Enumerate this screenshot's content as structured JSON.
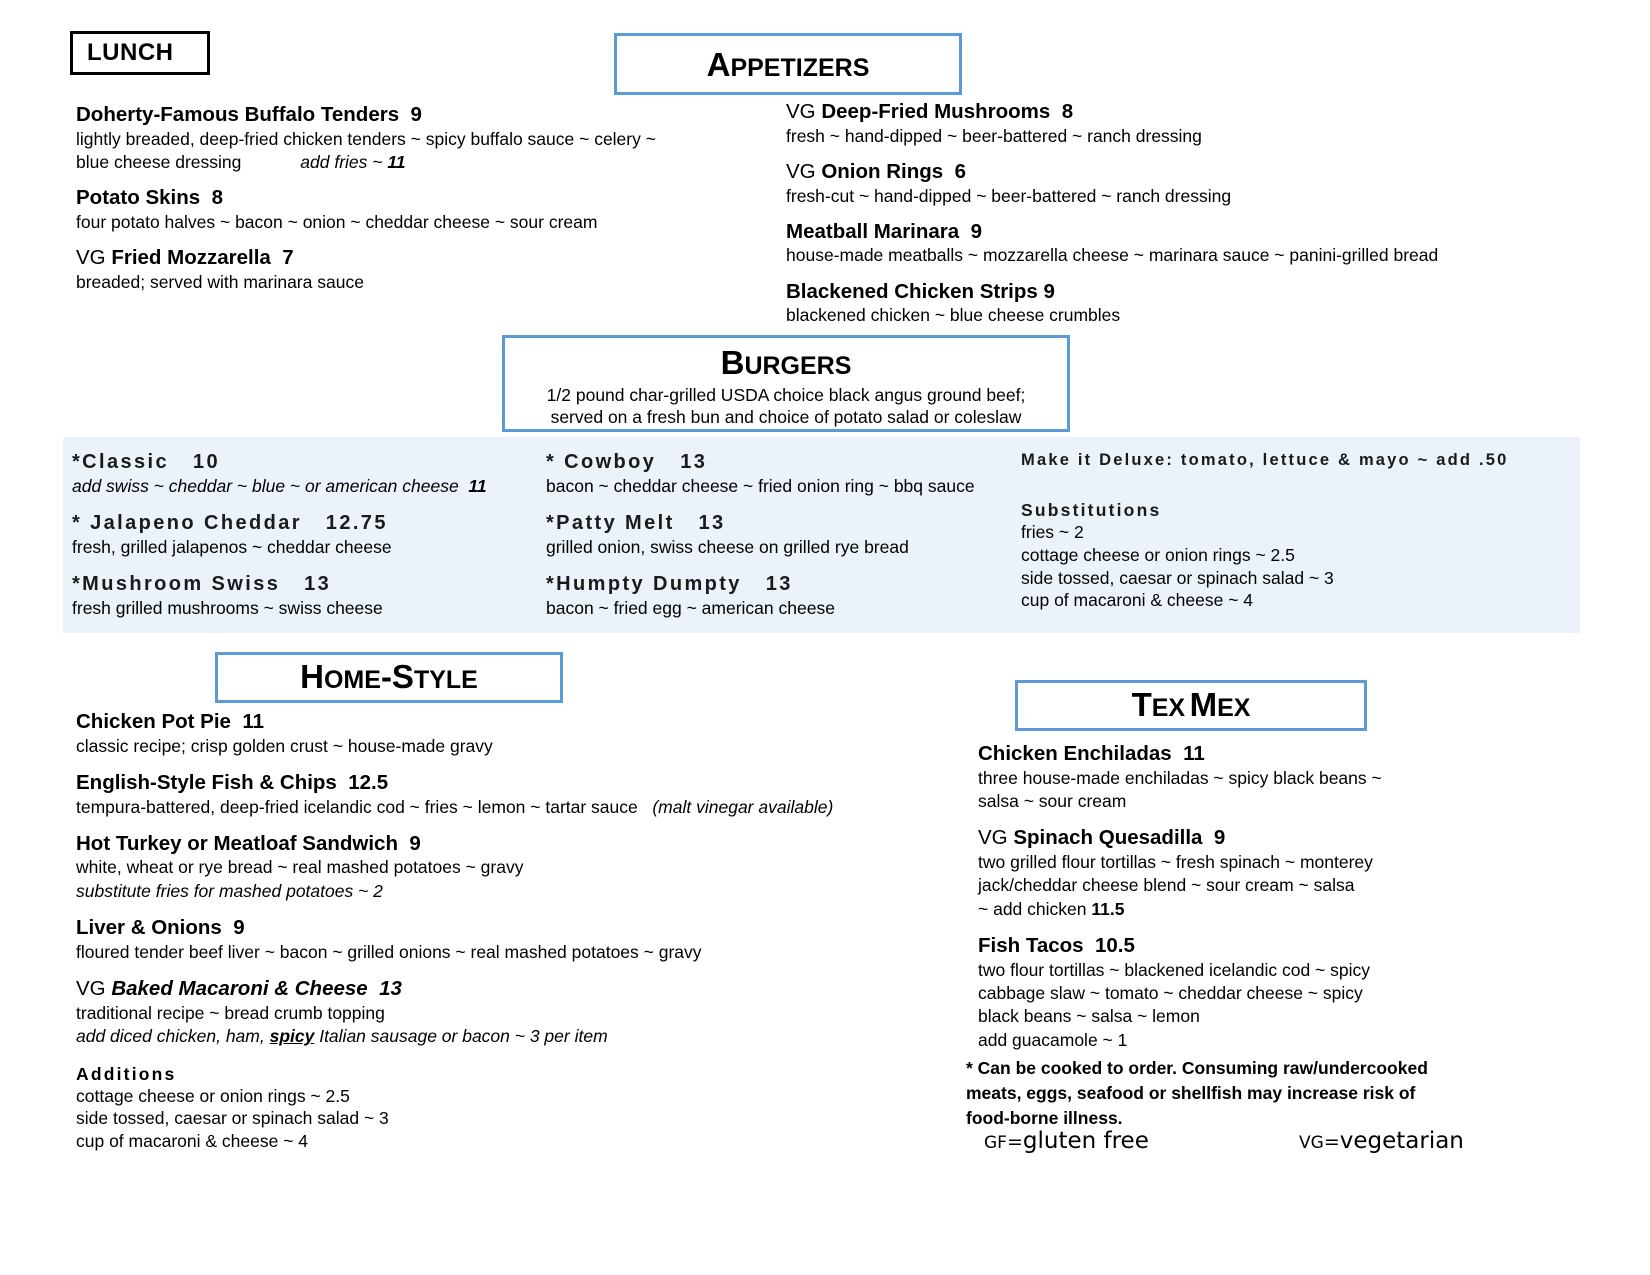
{
  "document": {
    "badge": "LUNCH"
  },
  "sections": {
    "appetizers": {
      "title": "Appetizers",
      "left_items": [
        {
          "name": "Doherty-Famous Buffalo Tenders",
          "price": "9",
          "desc_line1": "lightly breaded, deep-fried chicken tenders ~ spicy buffalo sauce ~ celery ~",
          "desc_line2": "blue cheese dressing",
          "addon_label": "add fries ~",
          "addon_price": "11"
        },
        {
          "name": "Potato Skins",
          "price": "8",
          "desc_line1": "four potato halves ~ bacon ~ onion ~ cheddar cheese ~ sour cream"
        },
        {
          "tag": "VG",
          "name": "Fried Mozzarella",
          "price": "7",
          "desc_line1": "breaded; served with marinara sauce"
        }
      ],
      "right_items": [
        {
          "tag": "VG",
          "name": "Deep-Fried Mushrooms",
          "price": "8",
          "desc_line1": "fresh ~ hand-dipped ~ beer-battered ~ ranch dressing"
        },
        {
          "tag": "VG",
          "name": "Onion Rings",
          "price": "6",
          "desc_line1": "fresh-cut ~ hand-dipped ~ beer-battered ~ ranch dressing"
        },
        {
          "name": "Meatball Marinara",
          "price": "9",
          "desc_line1": "house-made meatballs ~ mozzarella cheese ~ marinara sauce ~ panini-grilled  bread"
        },
        {
          "name": "Blackened Chicken Strips 9",
          "price": "",
          "desc_line1": "blackened chicken ~ blue cheese crumbles"
        }
      ]
    },
    "burgers": {
      "title": "Burgers",
      "subtitle_line1": "1/2 pound char-grilled USDA choice black angus ground beef;",
      "subtitle_line2": "served on a fresh bun and choice of potato salad or coleslaw",
      "column_1": [
        {
          "name": "*Classic",
          "price": "10",
          "desc": "add swiss ~ cheddar ~ blue ~ or american cheese",
          "desc_italic": true,
          "desc_price": "11"
        },
        {
          "name": "* Jalapeno Cheddar",
          "price": "12.75",
          "desc": "fresh, grilled jalapenos ~ cheddar cheese",
          "desc_italic": false
        },
        {
          "name": "*Mushroom Swiss",
          "price": "13",
          "desc": "fresh grilled mushrooms ~ swiss cheese",
          "desc_italic": false
        }
      ],
      "column_2": [
        {
          "name": "* Cowboy",
          "price": "13",
          "desc": "bacon ~ cheddar cheese ~ fried onion ring ~ bbq sauce",
          "desc_italic": false
        },
        {
          "name": "*Patty Melt",
          "price": "13",
          "desc": "grilled onion, swiss cheese on grilled rye bread",
          "desc_italic": false
        },
        {
          "name": "*Humpty Dumpty",
          "price": "13",
          "desc": "bacon ~ fried egg ~ american cheese",
          "desc_italic": false
        }
      ],
      "deluxe": "Make it Deluxe: tomato, lettuce & mayo ~ add .50",
      "substitutions_head": "Substitutions",
      "substitutions": [
        "fries ~ 2",
        "cottage cheese or onion rings ~ 2.5",
        "side tossed, caesar or spinach salad ~ 3",
        "cup of macaroni & cheese ~ 4"
      ]
    },
    "homestyle": {
      "title": "Home-Style",
      "items": [
        {
          "name": "Chicken Pot Pie",
          "price": "11",
          "desc_line1": "classic recipe; crisp golden crust ~ house-made gravy"
        },
        {
          "name": "English-Style Fish & Chips",
          "price": "12.5",
          "desc_line1": "tempura-battered, deep-fried icelandic cod ~ fries ~ lemon ~ tartar sauce",
          "desc_note": "(malt vinegar available)"
        },
        {
          "name": "Hot Turkey or Meatloaf Sandwich",
          "price": "9",
          "desc_line1": "white, wheat or rye bread ~ real mashed potatoes ~ gravy",
          "desc_line2": "substitute fries for mashed potatoes ~ 2"
        },
        {
          "name": "Liver & Onions",
          "price": "9",
          "desc_line1": "floured tender beef liver ~ bacon ~ grilled onions ~ real mashed potatoes ~ gravy"
        },
        {
          "tag": "VG",
          "name": "Baked Macaroni & Cheese",
          "name_italic": true,
          "price": "13",
          "desc_line1": "traditional recipe ~ bread crumb topping",
          "desc_line2_pre": "add diced chicken, ham, ",
          "desc_line2_spicy": "spicy",
          "desc_line2_post": " Italian sausage or bacon ~ 3 per item"
        }
      ],
      "additions_head": "Additions",
      "additions": [
        "cottage cheese or onion rings ~ 2.5",
        "side tossed, caesar or spinach salad ~ 3",
        "cup of macaroni & cheese ~ 4"
      ]
    },
    "texmex": {
      "title": "Tex Mex",
      "items": [
        {
          "name": "Chicken Enchiladas",
          "price": "11",
          "desc_line1": "three house-made enchiladas ~ spicy black beans ~",
          "desc_line2": "salsa ~ sour cream"
        },
        {
          "tag": "VG",
          "name": "Spinach Quesadilla",
          "price": "9",
          "desc_line1": "two grilled flour tortillas ~ fresh spinach ~ monterey",
          "desc_line2": "jack/cheddar cheese blend ~ sour cream ~ salsa",
          "desc_line3_pre": "~ add chicken  ",
          "desc_line3_price": "11.5"
        },
        {
          "name": "Fish Tacos",
          "price": "10.5",
          "desc_line1": "two flour tortillas ~ blackened icelandic cod ~ spicy",
          "desc_line2": "cabbage slaw ~ tomato ~ cheddar cheese ~ spicy",
          "desc_line3": "black beans ~ salsa ~ lemon",
          "desc_line4": "add guacamole ~ 1"
        }
      ]
    }
  },
  "footer": {
    "disclaimer_line1": "* Can be cooked to order. Consuming raw/undercooked",
    "disclaimer_line2": "meats, eggs, seafood or shellfish may increase risk of",
    "disclaimer_line3": " food-borne illness.",
    "legend": {
      "gf_abbr": "GF",
      "gf_eq": "=",
      "gf_word": "gluten free",
      "vg_abbr": "VG",
      "vg_eq": "=",
      "vg_word": "vegetarian"
    }
  },
  "colors": {
    "accent_blue": "#5B9BD5",
    "band_background": "#EBF2FA",
    "text": "#000000"
  }
}
